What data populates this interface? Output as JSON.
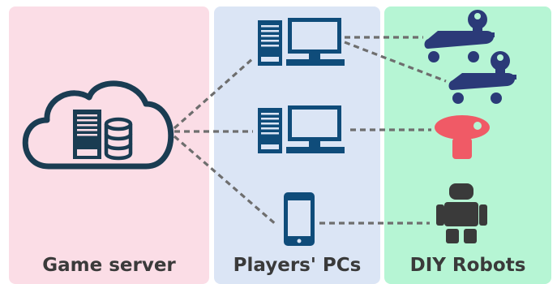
{
  "colors": {
    "server_panel": "#fbdde6",
    "players_panel": "#dbe5f5",
    "robots_panel": "#b6f5d4",
    "icon_dark": "#1a3c52",
    "computer_blue": "#0f4c7a",
    "robot_navy": "#2b3a78",
    "robot_red": "#f05a66",
    "robot_gray": "#3a3a3a",
    "link_line": "#6e6e6e"
  },
  "panels": [
    {
      "id": "server",
      "label": "Game server"
    },
    {
      "id": "players",
      "label": "Players' PCs"
    },
    {
      "id": "robots",
      "label": "DIY Robots"
    }
  ],
  "icons": {
    "server": "cloud-server-database-icon",
    "pc_1": "desktop-computer-icon",
    "pc_2": "desktop-computer-icon",
    "phone": "smartphone-icon",
    "robot_1": "wheeled-robot-icon",
    "robot_2": "wheeled-robot-icon",
    "robot_3": "ball-robot-icon",
    "robot_4": "humanoid-robot-icon"
  }
}
